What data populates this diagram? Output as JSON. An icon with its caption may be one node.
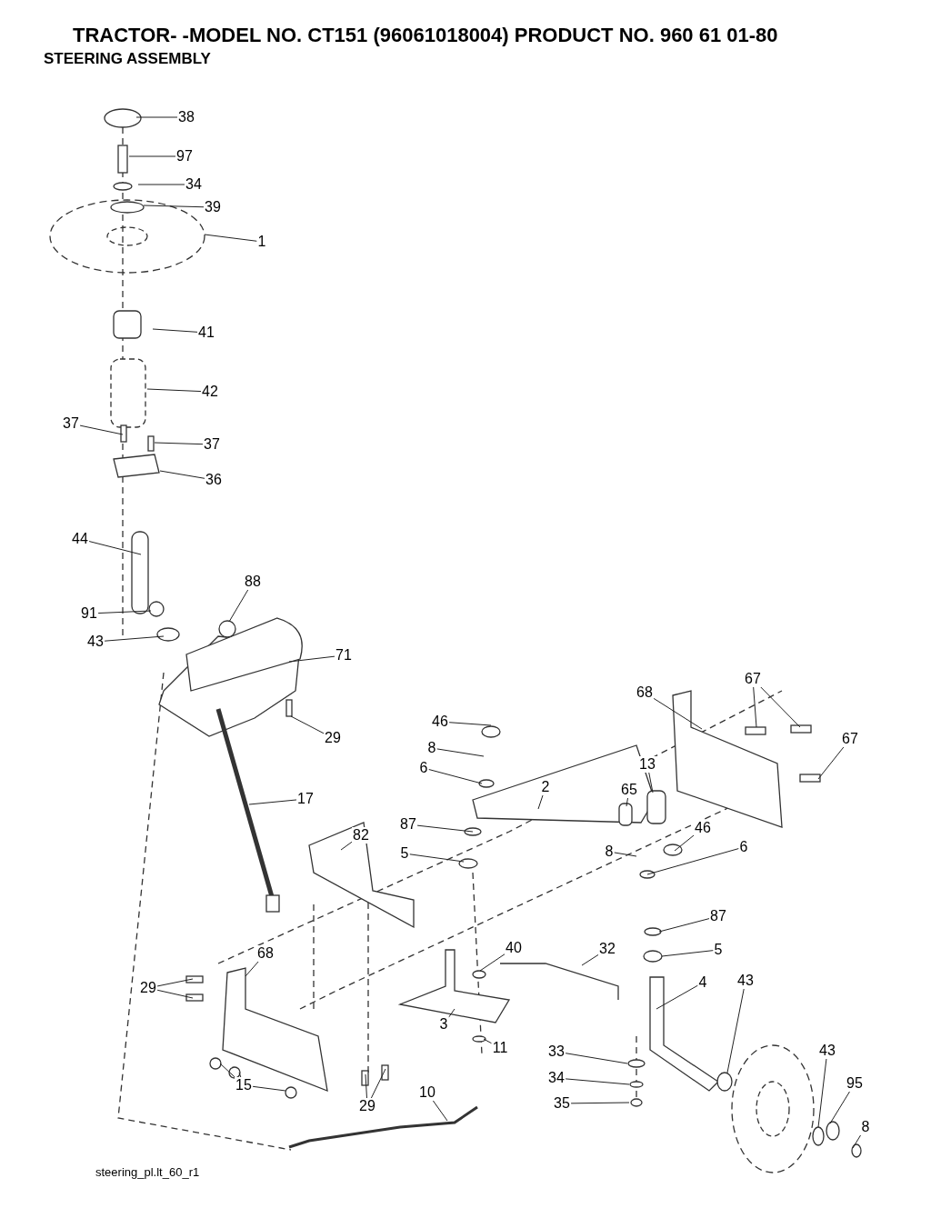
{
  "diagram": {
    "title": "TRACTOR- -MODEL NO. CT151 (96061018004) PRODUCT NO. 960 61 01-80",
    "nodes": [
      {
        "text": [
          "38"
        ]
      },
      {
        "text": [
          "97"
        ]
      },
      {
        "text": [
          "34"
        ]
      },
      {
        "text": [
          "39"
        ]
      },
      {
        "text": [
          "1"
        ]
      },
      {
        "text": [
          "41"
        ]
      },
      {
        "text": [
          "42"
        ]
      },
      {
        "text": [
          "37"
        ]
      },
      {
        "text": [
          "37"
        ]
      },
      {
        "text": [
          "36"
        ]
      },
      {
        "text": [
          "44"
        ]
      },
      {
        "text": [
          "88"
        ]
      },
      {
        "text": [
          "91"
        ]
      },
      {
        "text": [
          "43"
        ]
      },
      {
        "text": [
          "71"
        ]
      },
      {
        "text": [
          "68"
        ]
      },
      {
        "text": [
          "67"
        ]
      },
      {
        "text": [
          "46"
        ]
      },
      {
        "text": [
          "29"
        ]
      },
      {
        "text": [
          "67"
        ]
      },
      {
        "text": [
          "8"
        ]
      },
      {
        "text": [
          "13"
        ]
      },
      {
        "text": [
          "6"
        ]
      },
      {
        "text": [
          "2"
        ]
      },
      {
        "text": [
          "65"
        ]
      },
      {
        "text": [
          "17"
        ]
      },
      {
        "text": [
          "87"
        ]
      },
      {
        "text": [
          "46"
        ]
      },
      {
        "text": [
          "82"
        ]
      },
      {
        "text": [
          "6"
        ]
      },
      {
        "text": [
          "8"
        ]
      },
      {
        "text": [
          "5"
        ]
      },
      {
        "text": [
          "87"
        ]
      },
      {
        "text": [
          "40"
        ]
      },
      {
        "text": [
          "32"
        ]
      },
      {
        "text": [
          "5"
        ]
      },
      {
        "text": [
          "68"
        ]
      },
      {
        "text": [
          "43"
        ]
      },
      {
        "text": [
          "4"
        ]
      },
      {
        "text": [
          "29"
        ]
      },
      {
        "text": [
          "3"
        ]
      },
      {
        "text": [
          "11"
        ]
      },
      {
        "text": [
          "43"
        ]
      },
      {
        "text": [
          "33"
        ]
      },
      {
        "text": [
          "34"
        ]
      },
      {
        "text": [
          "95"
        ]
      },
      {
        "text": [
          "15"
        ]
      },
      {
        "text": [
          "10"
        ]
      },
      {
        "text": [
          "35"
        ]
      },
      {
        "text": [
          "29"
        ]
      },
      {
        "text": [
          "8"
        ]
      }
    ],
    "edges": [
      {
        "from": 0,
        "to": null,
        "arrow": "none"
      },
      {
        "from": 1,
        "to": null,
        "arrow": "none"
      },
      {
        "from": 2,
        "to": null,
        "arrow": "none"
      },
      {
        "from": 3,
        "to": null,
        "arrow": "none"
      },
      {
        "from": 4,
        "to": null,
        "arrow": "none"
      },
      {
        "from": 5,
        "to": null,
        "arrow": "none"
      },
      {
        "from": 6,
        "to": null,
        "arrow": "none"
      },
      {
        "from": 7,
        "to": null,
        "arrow": "none"
      },
      {
        "from": 8,
        "to": null,
        "arrow": "none"
      },
      {
        "from": 9,
        "to": null,
        "arrow": "none"
      },
      {
        "from": 10,
        "to": null,
        "arrow": "none"
      },
      {
        "from": 11,
        "to": null,
        "arrow": "none"
      },
      {
        "from": 12,
        "to": null,
        "arrow": "none"
      },
      {
        "from": 13,
        "to": null,
        "arrow": "none"
      },
      {
        "from": 14,
        "to": null,
        "arrow": "none"
      },
      {
        "from": 15,
        "to": null,
        "arrow": "none"
      },
      {
        "from": 16,
        "to": null,
        "arrow": "none"
      },
      {
        "from": 16,
        "to": null,
        "arrow": "none"
      },
      {
        "from": 17,
        "to": null,
        "arrow": "none"
      },
      {
        "from": 18,
        "to": null,
        "arrow": "none"
      },
      {
        "from": 19,
        "to": null,
        "arrow": "none"
      },
      {
        "from": 20,
        "to": null,
        "arrow": "none"
      },
      {
        "from": 21,
        "to": null,
        "arrow": "none"
      },
      {
        "from": 22,
        "to": null,
        "arrow": "none"
      },
      {
        "from": 23,
        "to": null,
        "arrow": "none"
      },
      {
        "from": 24,
        "to": null,
        "arrow": "none"
      },
      {
        "from": 25,
        "to": null,
        "arrow": "none"
      },
      {
        "from": 26,
        "to": null,
        "arrow": "none"
      },
      {
        "from": 27,
        "to": null,
        "arrow": "none"
      },
      {
        "from": 28,
        "to": null,
        "arrow": "none"
      },
      {
        "from": 29,
        "to": null,
        "arrow": "none"
      },
      {
        "from": 30,
        "to": null,
        "arrow": "none"
      },
      {
        "from": 31,
        "to": null,
        "arrow": "none"
      },
      {
        "from": 32,
        "to": null,
        "arrow": "none"
      },
      {
        "from": 33,
        "to": null,
        "arrow": "none"
      },
      {
        "from": 34,
        "to": null,
        "arrow": "none"
      },
      {
        "from": 35,
        "to": null,
        "arrow": "none"
      },
      {
        "from": 36,
        "to": null,
        "arrow": "none"
      },
      {
        "from": 37,
        "to": null,
        "arrow": "none"
      },
      {
        "from": 38,
        "to": null,
        "arrow": "none"
      },
      {
        "from": 39,
        "to": null,
        "arrow": "none"
      },
      {
        "from": 39,
        "to": null,
        "arrow": "none"
      },
      {
        "from": 40,
        "to": null,
        "arrow": "none"
      },
      {
        "from": 41,
        "to": null,
        "arrow": "none"
      },
      {
        "from": 42,
        "to": null,
        "arrow": "none"
      },
      {
        "from": 43,
        "to": null,
        "arrow": "none"
      },
      {
        "from": 44,
        "to": null,
        "arrow": "none"
      },
      {
        "from": 45,
        "to": null,
        "arrow": "none"
      },
      {
        "from": 46,
        "to": null,
        "arrow": "none"
      },
      {
        "from": 46,
        "to": null,
        "arrow": "none"
      },
      {
        "from": 46,
        "to": null,
        "arrow": "none"
      },
      {
        "from": 47,
        "to": null,
        "arrow": "none"
      },
      {
        "from": 48,
        "to": null,
        "arrow": "none"
      },
      {
        "from": 49,
        "to": null,
        "arrow": "none"
      },
      {
        "from": 49,
        "to": null,
        "arrow": "none"
      },
      {
        "from": 50,
        "to": null,
        "arrow": "none"
      }
    ],
    "labels": [
      "STEERING ASSEMBLY",
      "steering_pl.lt_60_r1"
    ]
  }
}
